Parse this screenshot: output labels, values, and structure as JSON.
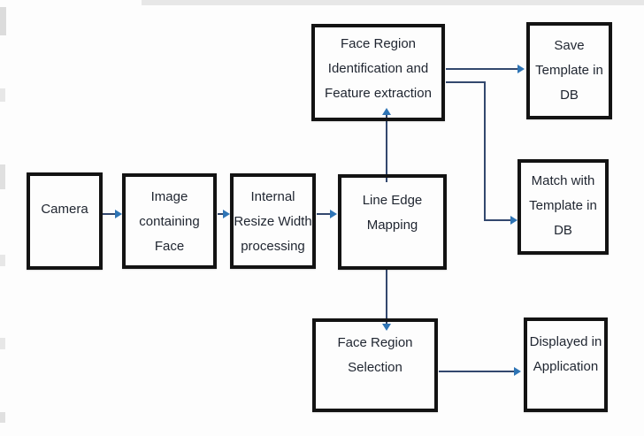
{
  "diagram": {
    "type": "flowchart",
    "colors": {
      "box_border": "#131313",
      "text": "#1f2530",
      "connector": "#33486e",
      "arrowhead": "#2e74b5",
      "background": "#fdfdfd",
      "edge_artifact": "#e7e7e7"
    },
    "nodes": {
      "camera": {
        "label": "Camera",
        "lines": [
          "Camera"
        ]
      },
      "image_containing_face": {
        "label": "Image containing Face",
        "lines": [
          "Image",
          "containing",
          "Face"
        ]
      },
      "internal_resize_width_processing": {
        "label": "Internal Resize Width processing",
        "lines": [
          "Internal",
          "Resize Width",
          "processing"
        ]
      },
      "line_edge_mapping": {
        "label": "Line Edge Mapping",
        "lines": [
          "Line Edge",
          "Mapping"
        ]
      },
      "face_region_identification": {
        "label": "Face Region Identification and Feature extraction",
        "lines": [
          "Face Region",
          "Identification and",
          "Feature extraction"
        ]
      },
      "save_template_in_db": {
        "label": "Save Template in DB",
        "lines": [
          "Save",
          "Template in",
          "DB"
        ]
      },
      "match_with_template_in_db": {
        "label": "Match with Template in DB",
        "lines": [
          "Match with",
          "Template in",
          "DB"
        ]
      },
      "face_region_selection": {
        "label": "Face Region Selection",
        "lines": [
          "Face Region",
          "Selection"
        ]
      },
      "displayed_in_application": {
        "label": "Displayed in Application",
        "lines": [
          "Displayed in",
          "Application"
        ]
      }
    },
    "edges": [
      {
        "from": "camera",
        "to": "image_containing_face",
        "style": "straight-right"
      },
      {
        "from": "image_containing_face",
        "to": "internal_resize_width_processing",
        "style": "straight-right"
      },
      {
        "from": "internal_resize_width_processing",
        "to": "line_edge_mapping",
        "style": "straight-right"
      },
      {
        "from": "line_edge_mapping",
        "to": "face_region_identification",
        "style": "straight-up"
      },
      {
        "from": "face_region_identification",
        "to": "save_template_in_db",
        "style": "straight-right"
      },
      {
        "from": "face_region_identification",
        "to": "match_with_template_in_db",
        "style": "elbow-right-down-right"
      },
      {
        "from": "line_edge_mapping",
        "to": "face_region_selection",
        "style": "straight-down"
      },
      {
        "from": "face_region_selection",
        "to": "displayed_in_application",
        "style": "straight-right"
      }
    ]
  }
}
